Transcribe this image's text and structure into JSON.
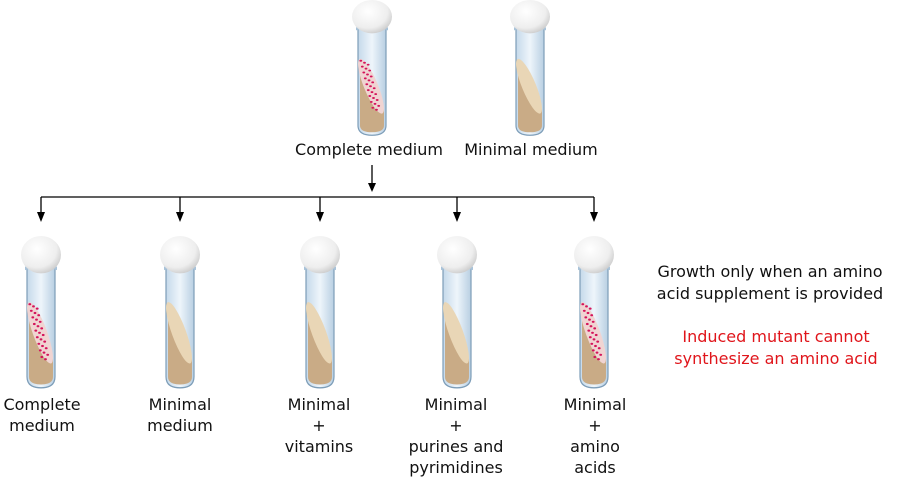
{
  "top_tubes": [
    {
      "label": "Complete medium",
      "growth": true
    },
    {
      "label": "Minimal medium",
      "growth": false
    }
  ],
  "bottom_tubes": [
    {
      "lines": [
        "Complete",
        "medium"
      ],
      "growth": true
    },
    {
      "lines": [
        "Minimal",
        "medium"
      ],
      "growth": false
    },
    {
      "lines": [
        "Minimal",
        "+",
        "vitamins"
      ],
      "growth": false
    },
    {
      "lines": [
        "Minimal",
        "+",
        "purines and",
        "pyrimidines"
      ],
      "growth": false
    },
    {
      "lines": [
        "Minimal",
        "+",
        "amino",
        "acids"
      ],
      "growth": true
    }
  ],
  "notes": {
    "observation": [
      "Growth only when an amino",
      "acid supplement is provided"
    ],
    "conclusion": [
      "Induced mutant cannot",
      "synthesize an amino acid"
    ]
  },
  "colors": {
    "conclusion": "#e0151b",
    "colony": "#d4145a",
    "agar": "#c9ab86"
  }
}
